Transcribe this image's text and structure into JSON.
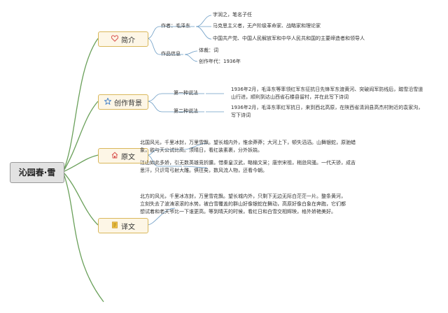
{
  "root": "沁园春·雪",
  "branches": {
    "intro": {
      "label": "简介",
      "author_label": "作者：毛泽东",
      "author_facts": [
        "字润之，笔名子任",
        "马克思主义者，无产阶级革命家、战略家和理论家",
        "中国共产党、中国人民解放军和中华人民共和国的主要缔造者和领导人"
      ],
      "work_label": "作品信息",
      "work_facts": [
        "体裁：词",
        "创作年代：1936年"
      ]
    },
    "background": {
      "label": "创作背景",
      "v1_label": "第一种说法",
      "v1_text": "1936年2月，毛泽东等率领红军东征抗日先锋军东渡黄河、突破阎军防线后，踏雪沿雪道山行进，顺利到达山西省石楼县留村，并在此写下诗词",
      "v2_label": "第二种说法",
      "v2_text": "1936年2月，毛泽东率红军抗日，来到西北高原，在陕西省清涧县高杰村附近的袁家沟，写下诗词"
    },
    "original": {
      "label": "原文",
      "para1": "北国风光，千里冰封，万里雪飘。望长城内外，惟余莽莽；大河上下，顿失滔滔。山舞银蛇，原驰蜡象，欲与天公试比高。须晴日，看红装素裹，分外妖娆。",
      "para2": "江山如此多娇，引无数英雄竞折腰。惜秦皇汉武，略输文采；唐宗宋祖，稍逊风骚。一代天骄，成吉思汗，只识弯弓射大雕。俱往矣，数风流人物，还看今朝。"
    },
    "translation": {
      "label": "译文",
      "para": "北方的风光，千里冰冻封，万里雪花飘。望长城内外，只剩下无边无际白茫茫一片。整条黄河，立刻失去了波涛滚滚的水势。被白雪覆盖的群山好像银蛇在舞动，高原好像白象在奔跑，它们都想试着和老天爷比一下谁更高。等到晴天的时候，看红日和白雪交相辉映，格外娇艳美好。"
    }
  },
  "colors": {
    "line_green": "#6aa05a",
    "line_blue": "#6a9bc4",
    "branch_fill": "#fdf6e6",
    "branch_border": "#d9b75a"
  },
  "icons": {
    "intro": "heart-icon",
    "background": "star-icon",
    "original": "home-icon",
    "translation": "document-icon"
  }
}
